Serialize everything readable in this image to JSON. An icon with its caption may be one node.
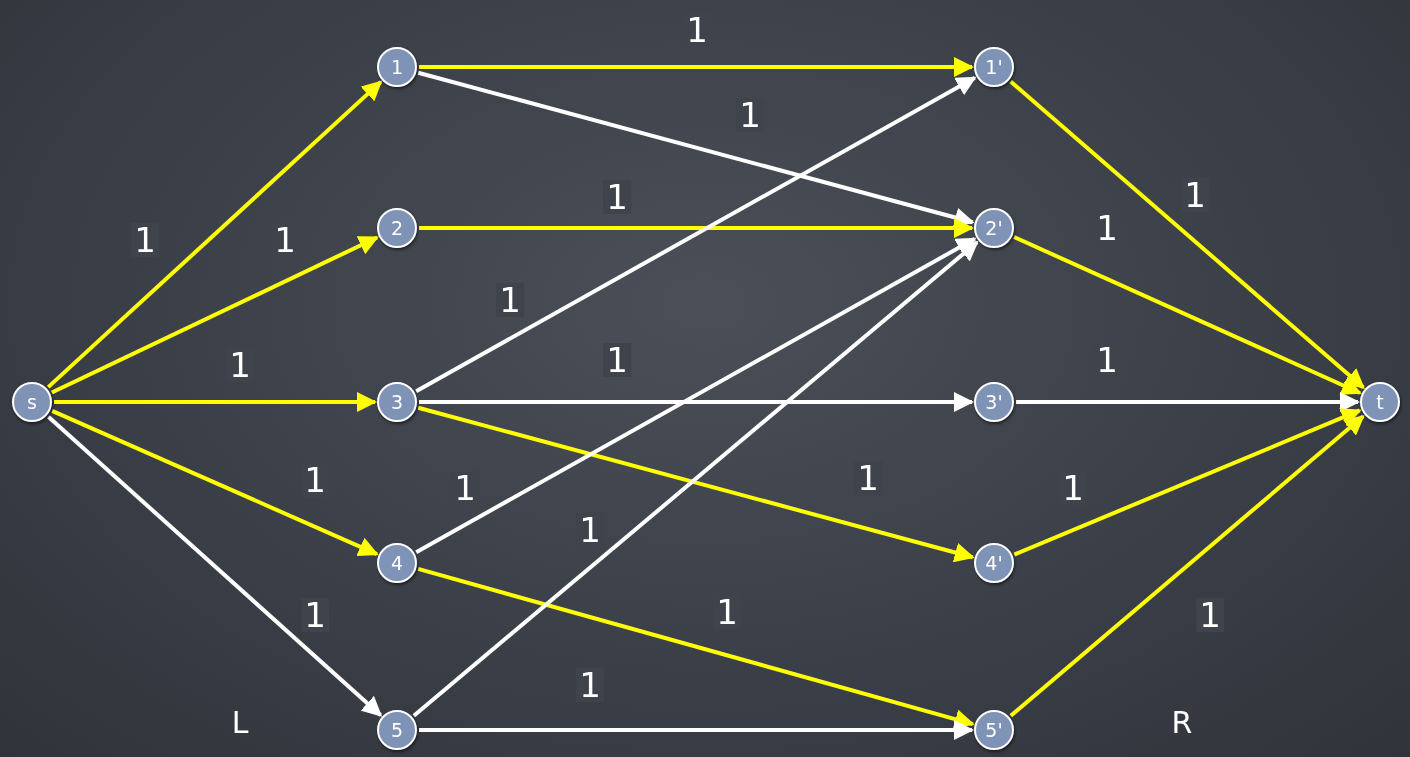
{
  "diagram": {
    "nodes": [
      {
        "text": [
          "s"
        ]
      },
      {
        "text": [
          "1"
        ]
      },
      {
        "text": [
          "2"
        ]
      },
      {
        "text": [
          "3"
        ]
      },
      {
        "text": [
          "4"
        ]
      },
      {
        "text": [
          "5"
        ]
      },
      {
        "text": [
          "1'"
        ]
      },
      {
        "text": [
          "2'"
        ]
      },
      {
        "text": [
          "3'"
        ]
      },
      {
        "text": [
          "4'"
        ]
      },
      {
        "text": [
          "5'"
        ]
      },
      {
        "text": [
          "t"
        ]
      }
    ],
    "edges": [
      {
        "from": 0,
        "to": 1,
        "arrow": "to",
        "label": "1"
      },
      {
        "from": 0,
        "to": 2,
        "arrow": "to",
        "label": "1"
      },
      {
        "from": 0,
        "to": 3,
        "arrow": "to",
        "label": "1"
      },
      {
        "from": 0,
        "to": 4,
        "arrow": "to",
        "label": "1"
      },
      {
        "from": 0,
        "to": 5,
        "arrow": "to",
        "label": "1",
        "color": "#ffffff"
      },
      {
        "from": 1,
        "to": 6,
        "arrow": "to",
        "label": "1"
      },
      {
        "from": 1,
        "to": 7,
        "arrow": "to",
        "label": "1",
        "color": "#ffffff"
      },
      {
        "from": 2,
        "to": 7,
        "arrow": "to",
        "label": "1"
      },
      {
        "from": 3,
        "to": 6,
        "arrow": "to",
        "label": "1",
        "color": "#ffffff"
      },
      {
        "from": 3,
        "to": 8,
        "arrow": "to",
        "label": "1",
        "color": "#ffffff"
      },
      {
        "from": 3,
        "to": 9,
        "arrow": "to",
        "label": "1"
      },
      {
        "from": 4,
        "to": 7,
        "arrow": "to",
        "label": "1",
        "color": "#ffffff"
      },
      {
        "from": 4,
        "to": 10,
        "arrow": "to",
        "label": "1"
      },
      {
        "from": 5,
        "to": 7,
        "arrow": "to",
        "label": "1",
        "color": "#ffffff"
      },
      {
        "from": 5,
        "to": 10,
        "arrow": "to",
        "label": "1",
        "color": "#ffffff"
      },
      {
        "from": 6,
        "to": 11,
        "arrow": "to",
        "label": "1"
      },
      {
        "from": 7,
        "to": 11,
        "arrow": "to",
        "label": "1"
      },
      {
        "from": 8,
        "to": 11,
        "arrow": "to",
        "label": "1",
        "color": "#ffffff"
      },
      {
        "from": 9,
        "to": 11,
        "arrow": "to",
        "label": "1"
      },
      {
        "from": 10,
        "to": 11,
        "arrow": "to",
        "label": "1"
      }
    ],
    "labels": [
      "L",
      "R"
    ]
  }
}
